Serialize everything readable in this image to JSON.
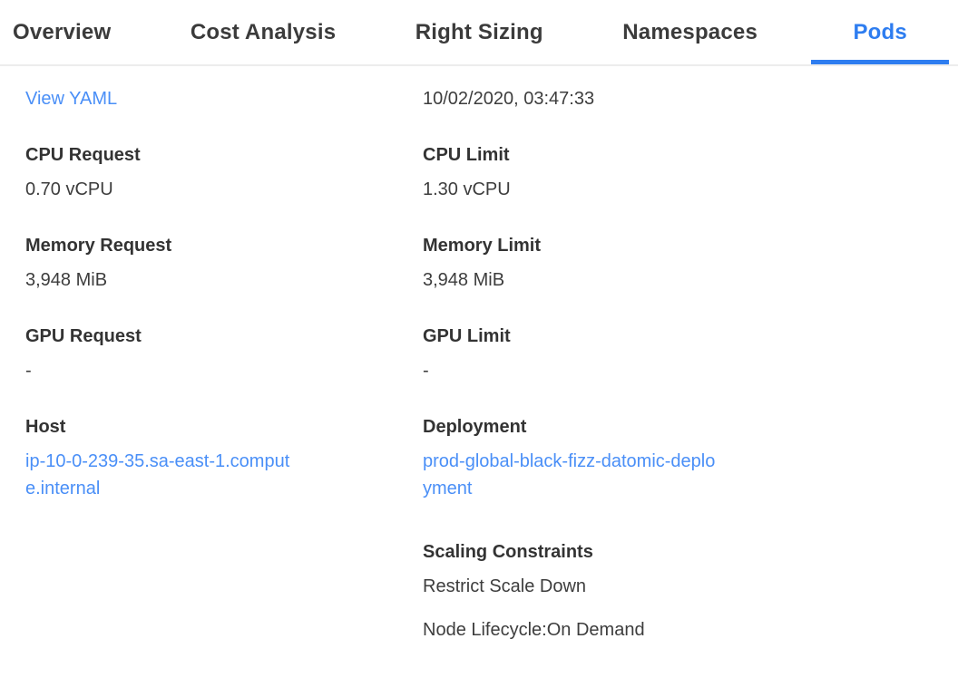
{
  "colors": {
    "accent": "#2e7df0",
    "link": "#4a8ff7",
    "label_text": "#333333",
    "body_text": "#3d3d3d",
    "tab_text": "#3b3b3b",
    "divider": "#ededed"
  },
  "tabs": [
    {
      "label": "Overview",
      "active": false
    },
    {
      "label": "Cost Analysis",
      "active": false
    },
    {
      "label": "Right Sizing",
      "active": false
    },
    {
      "label": "Namespaces",
      "active": false
    },
    {
      "label": "Pods",
      "active": true
    }
  ],
  "detail": {
    "view_yaml_label": "View YAML",
    "timestamp": "10/02/2020, 03:47:33",
    "left_fields": [
      {
        "label": "CPU Request",
        "value": "0.70 vCPU"
      },
      {
        "label": "Memory Request",
        "value": "3,948 MiB"
      },
      {
        "label": "GPU Request",
        "value": "-"
      },
      {
        "label": "Host",
        "value": "ip-10-0-239-35.sa-east-1.compute.internal",
        "is_link": true
      }
    ],
    "right_fields": [
      {
        "label": "CPU Limit",
        "value": "1.30 vCPU"
      },
      {
        "label": "Memory Limit",
        "value": "3,948 MiB"
      },
      {
        "label": "GPU Limit",
        "value": "-"
      },
      {
        "label": "Deployment",
        "value": "prod-global-black-fizz-datomic-deployment",
        "is_link": true
      }
    ],
    "scaling": {
      "label": "Scaling Constraints",
      "items": [
        "Restrict Scale Down",
        "Node Lifecycle:On Demand"
      ]
    }
  }
}
